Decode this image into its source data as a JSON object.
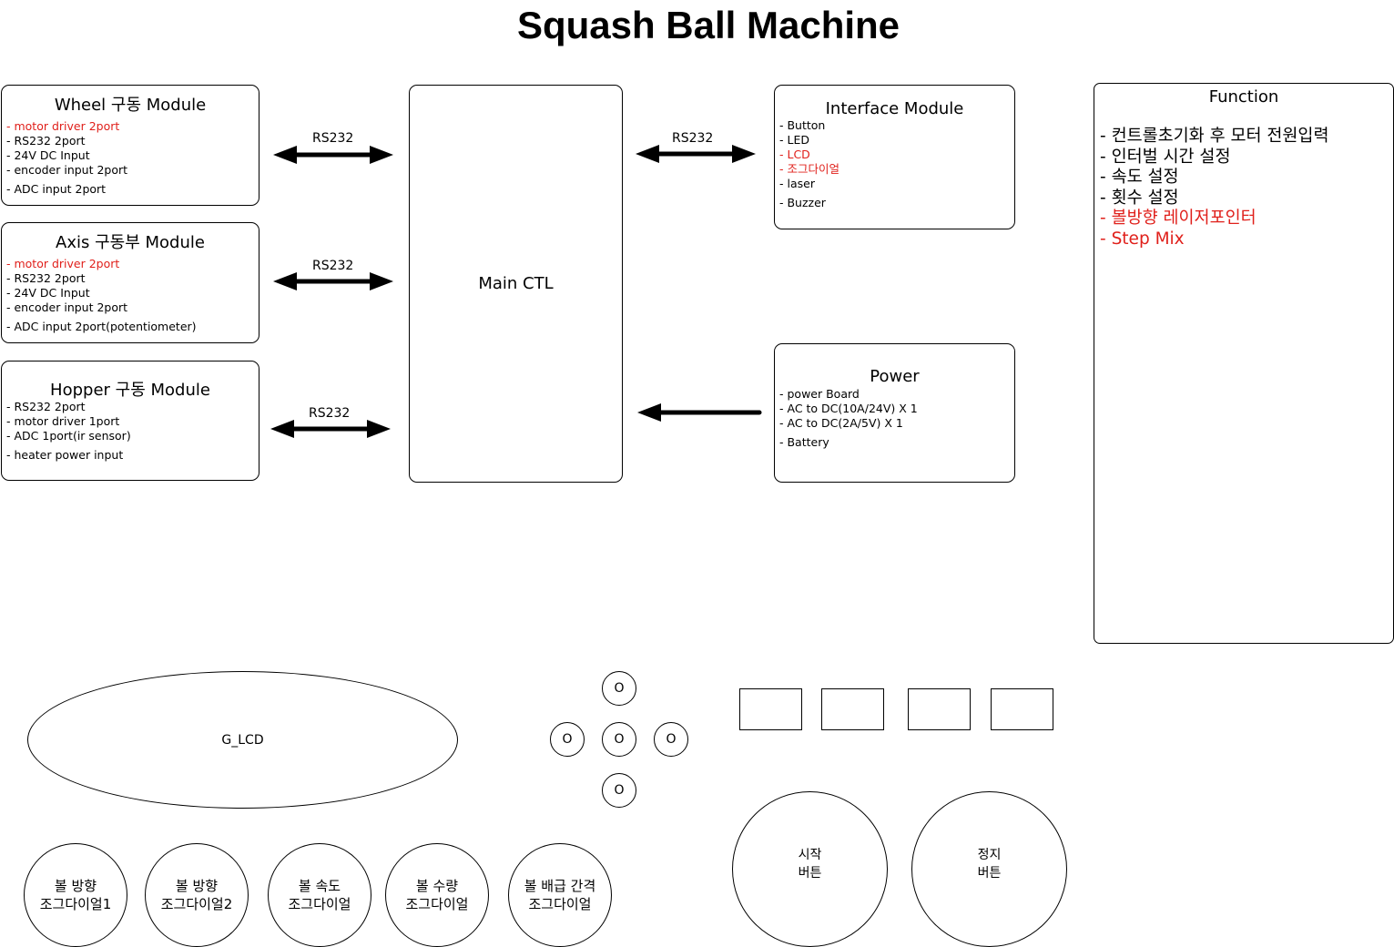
{
  "title": "Squash Ball Machine",
  "modules": {
    "wheel": {
      "title": "Wheel 구동 Module",
      "items": [
        {
          "text": "motor driver 2port",
          "red": true
        },
        {
          "text": "RS232 2port"
        },
        {
          "text": "24V DC Input"
        },
        {
          "text": "encoder input 2port"
        },
        {
          "text": "ADC input 2port"
        }
      ]
    },
    "axis": {
      "title": "Axis 구동부 Module",
      "items": [
        {
          "text": "motor driver 2port",
          "red": true
        },
        {
          "text": "RS232 2port"
        },
        {
          "text": "24V DC Input"
        },
        {
          "text": "encoder input 2port"
        },
        {
          "text": "ADC input 2port(potentiometer)"
        }
      ]
    },
    "hopper": {
      "title": "Hopper 구동 Module",
      "items": [
        {
          "text": "RS232 2port"
        },
        {
          "text": "motor driver 1port"
        },
        {
          "text": "ADC 1port(ir sensor)"
        },
        {
          "text": "heater power input"
        }
      ]
    },
    "interface": {
      "title": "Interface Module",
      "items": [
        {
          "text": "Button"
        },
        {
          "text": "LED"
        },
        {
          "text": "LCD",
          "red": true
        },
        {
          "text": "조그다이얼",
          "red": true
        },
        {
          "text": "laser"
        },
        {
          "text": "Buzzer"
        }
      ]
    },
    "power": {
      "title": "Power",
      "items": [
        {
          "text": "power Board"
        },
        {
          "text": "AC to DC(10A/24V) X 1"
        },
        {
          "text": "AC to DC(2A/5V) X 1"
        },
        {
          "text": "Battery"
        }
      ]
    },
    "main": {
      "label": "Main CTL"
    }
  },
  "links": {
    "wheel_main": "RS232",
    "axis_main": "RS232",
    "hopper_main": "RS232",
    "main_interface": "RS232"
  },
  "function_panel": {
    "title": "Function",
    "items": [
      {
        "text": "컨트롤초기화 후 모터 전원입력"
      },
      {
        "text": "인터벌 시간 설정"
      },
      {
        "text": "속도 설정"
      },
      {
        "text": "횟수 설정"
      },
      {
        "text": "볼방향 레이저포인터",
        "red": true
      },
      {
        "text": "Step Mix",
        "red": true
      }
    ]
  },
  "panel": {
    "lcd_label": "G_LCD",
    "dpad": {
      "up": "O",
      "left": "O",
      "center": "O",
      "right": "O",
      "down": "O"
    },
    "dials": [
      "볼 방향\n조그다이얼1",
      "볼 방향\n조그다이얼2",
      "볼 속도\n조그다이얼",
      "볼 수량\n조그다이얼",
      "볼 배급 간격\n조그다이얼"
    ],
    "start_button": "시작\n버튼",
    "stop_button": "정지\n버튼"
  },
  "colors": {
    "accent_red": "#e0201b",
    "line": "#000000"
  }
}
